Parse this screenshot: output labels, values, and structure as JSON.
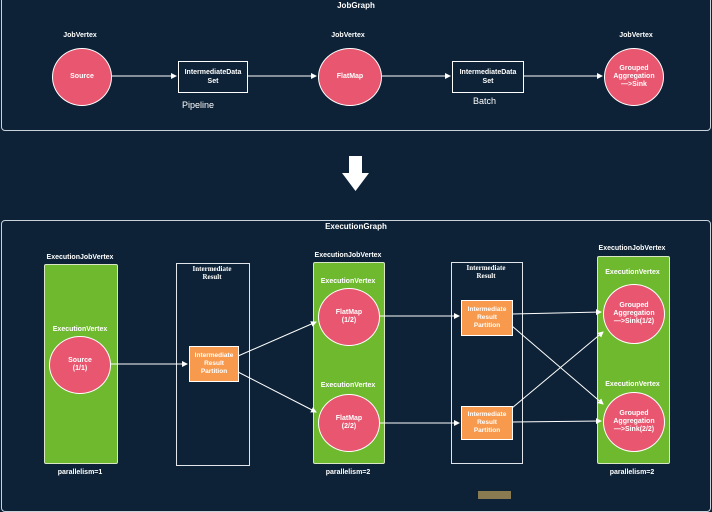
{
  "jobgraph": {
    "title": "JobGraph",
    "vertex_label": "JobVertex",
    "source": "Source",
    "flatmap": "FlatMap",
    "sink": "Grouped\nAggregation\n—>Sink",
    "ids_box": "IntermediateData\nSet",
    "pipeline": "Pipeline",
    "batch": "Batch"
  },
  "execgraph": {
    "title": "ExecutionGraph",
    "ejv_label": "ExecutionJobVertex",
    "ev_label": "ExecutionVertex",
    "ir_label": "Intermediate\nResult",
    "irp_label": "Intermediate\nResult\nPartition",
    "source": "Source\n(1/1)",
    "flatmap1": "FlatMap\n(1/2)",
    "flatmap2": "FlatMap\n(2/2)",
    "sink1": "Grouped\nAggregation\n—>Sink(1/2)",
    "sink2": "Grouped\nAggregation\n—>Sink(2/2)",
    "parallelism1": "parallelism=1",
    "parallelism2": "parallelism=2"
  },
  "colors": {
    "background": "#0d2236",
    "circle": "#e8566f",
    "green": "#6fb92e",
    "orange": "#f79a4d"
  }
}
